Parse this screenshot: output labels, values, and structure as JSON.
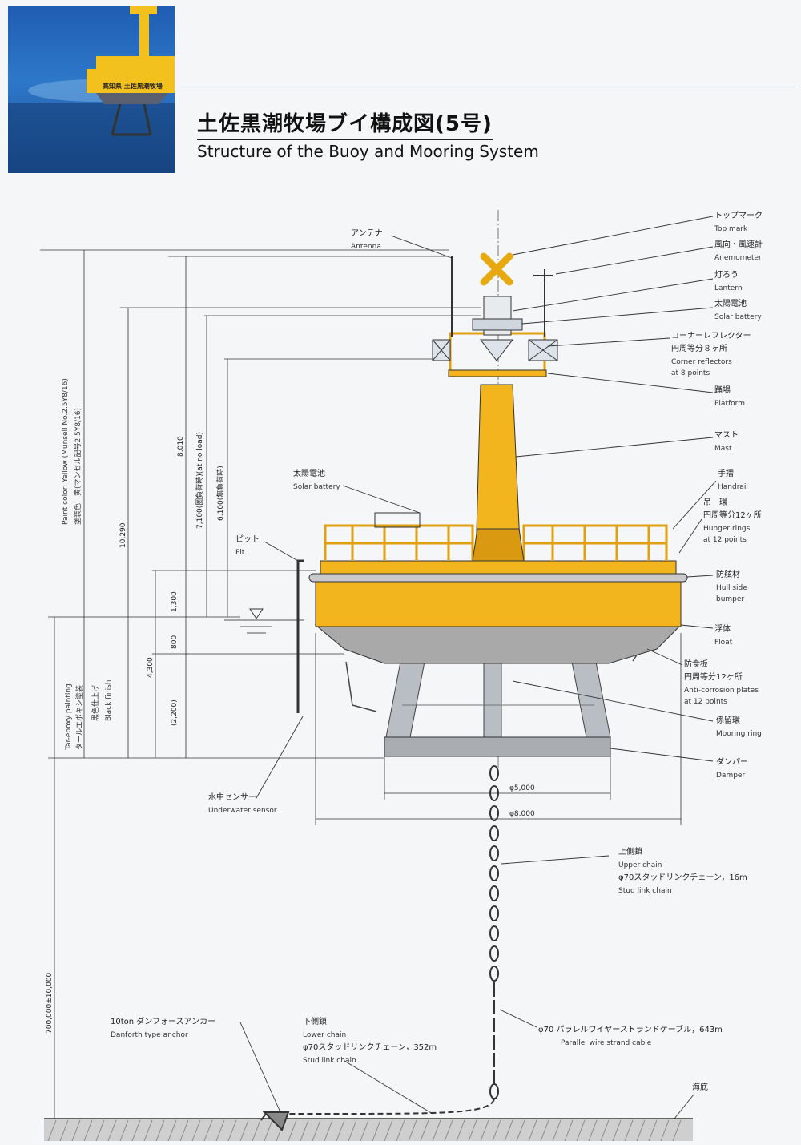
{
  "header": {
    "title_jp": "土佐黒潮牧場ブイ構成図(5号)",
    "title_en": "Structure of the Buoy and Mooring System",
    "photo_label": "高知県 土佐黒潮牧場"
  },
  "labels": {
    "top_mark": {
      "jp": "トップマーク",
      "en": "Top mark"
    },
    "anemometer": {
      "jp": "風向・風速計",
      "en": "Anemometer"
    },
    "lantern": {
      "jp": "灯ろう",
      "en": "Lantern"
    },
    "solar_battery_top": {
      "jp": "太陽電池",
      "en": "Solar battery"
    },
    "corner_reflector": {
      "jp": "コーナーレフレクター",
      "jp2": "円周等分８ヶ所",
      "en": "Corner reflectors",
      "en2": "at 8 points"
    },
    "platform": {
      "jp": "踊場",
      "en": "Platform"
    },
    "mast": {
      "jp": "マスト",
      "en": "Mast"
    },
    "handrail": {
      "jp": "手摺",
      "en": "Handrail"
    },
    "hunger_rings": {
      "jp": "吊　環",
      "jp2": "円周等分12ヶ所",
      "en": "Hunger rings",
      "en2": "at 12 points"
    },
    "bumper": {
      "jp": "防舷材",
      "en": "Hull side",
      "en2": "bumper"
    },
    "float": {
      "jp": "浮体",
      "en": "Float"
    },
    "anticorrosion": {
      "jp": "防食板",
      "jp2": "円周等分12ヶ所",
      "en": "Anti-corrosion plates",
      "en2": "at 12 points"
    },
    "mooring_ring": {
      "jp": "係留環",
      "en": "Mooring ring"
    },
    "damper": {
      "jp": "ダンパー",
      "en": "Damper"
    },
    "antenna": {
      "jp": "アンテナ",
      "en": "Antenna"
    },
    "solar_battery_deck": {
      "jp": "太陽電池",
      "en": "Solar battery"
    },
    "pit": {
      "jp": "ピット",
      "en": "Pit"
    },
    "underwater_sensor": {
      "jp": "水中センサー",
      "en": "Underwater sensor"
    },
    "upper_chain": {
      "jp": "上側鎖",
      "en": "Upper chain",
      "jp2": "φ70スタッドリンクチェーン，16m",
      "en2": "Stud link chain"
    },
    "cable": {
      "jp": "φ70 パラレルワイヤーストランドケーブル，643m",
      "en": "Parallel wire strand cable"
    },
    "lower_chain": {
      "jp": "下側鎖",
      "en": "Lower chain",
      "jp2": "φ70スタッドリンクチェーン，352m",
      "en2": "Stud link chain"
    },
    "anchor": {
      "jp": "10ton ダンフォースアンカー",
      "en": "Danforth type anchor"
    },
    "seabed": {
      "jp": "海底"
    },
    "paint_yellow": {
      "en": "Paint color: Yellow (Munsell No.2.5Y8/16)",
      "jp": "塗装色　黄(マンセル記号2.5Y8/16)"
    },
    "paint_tar": {
      "en": "Tar-epoxy painting",
      "jp": "タールエポキシ塗装",
      "jp2": "黒色仕上げ",
      "en2": "Black finish"
    }
  },
  "dimensions": {
    "d8010": "8,010",
    "d7100": "7,100(圏負荷時)(at no load)",
    "d6100": "6,100(無負荷時)",
    "d10290": "10,290",
    "d1300": "1,300",
    "d800": "800",
    "d4300": "4,300",
    "d2200": "(2,200)",
    "d5000": "φ5,000",
    "d8000": "φ8,000",
    "d700000": "700,000±10,000"
  },
  "colors": {
    "buoy_yellow": "#f2b51d",
    "float_gray": "#a9a9a9",
    "line": "#333333",
    "water_blue": "#2e78c9"
  }
}
